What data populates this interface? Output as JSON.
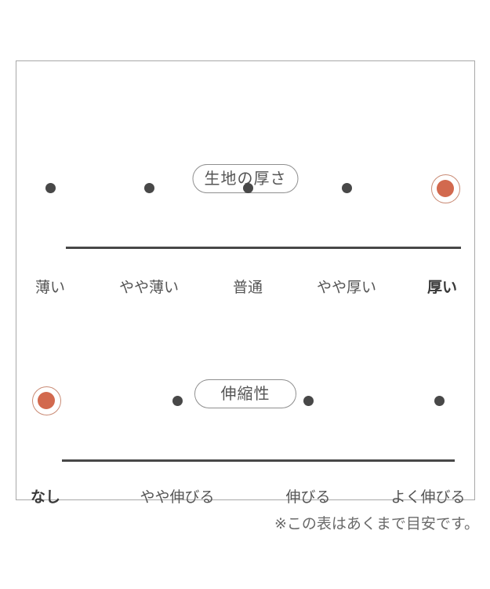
{
  "figure": {
    "type": "product-attribute-rating-diagram",
    "note": "※この表はあくまで目安です。"
  },
  "colors": {
    "ink": "#484848",
    "text": "#555555",
    "text-bold": "#383838",
    "accent": "#d2694e",
    "accent-ring": "#c98a74",
    "border": "#a8a8a8",
    "pill-border": "#8f8f8f",
    "note": "#6a6a6a"
  },
  "scales": [
    {
      "title": "生地の厚さ",
      "selected_label": "厚い",
      "selected_index": 4,
      "items": [
        {
          "label": "薄い",
          "selected": false
        },
        {
          "label": "やや薄い",
          "selected": false
        },
        {
          "label": "普通",
          "selected": false
        },
        {
          "label": "やや厚い",
          "selected": false
        },
        {
          "label": "厚い",
          "selected": true
        }
      ]
    },
    {
      "title": "伸縮性",
      "selected_label": "なし",
      "selected_index": 0,
      "items": [
        {
          "label": "なし",
          "selected": true
        },
        {
          "label": "やや伸びる",
          "selected": false
        },
        {
          "label": "伸びる",
          "selected": false
        },
        {
          "label": "よく伸びる",
          "selected": false
        }
      ]
    }
  ],
  "chart_data": [
    {
      "type": "table",
      "title": "生地の厚さ",
      "categories": [
        "薄い",
        "やや薄い",
        "普通",
        "やや厚い",
        "厚い"
      ],
      "selected": "厚い"
    },
    {
      "type": "table",
      "title": "伸縮性",
      "categories": [
        "なし",
        "やや伸びる",
        "伸びる",
        "よく伸びる"
      ],
      "selected": "なし"
    }
  ]
}
